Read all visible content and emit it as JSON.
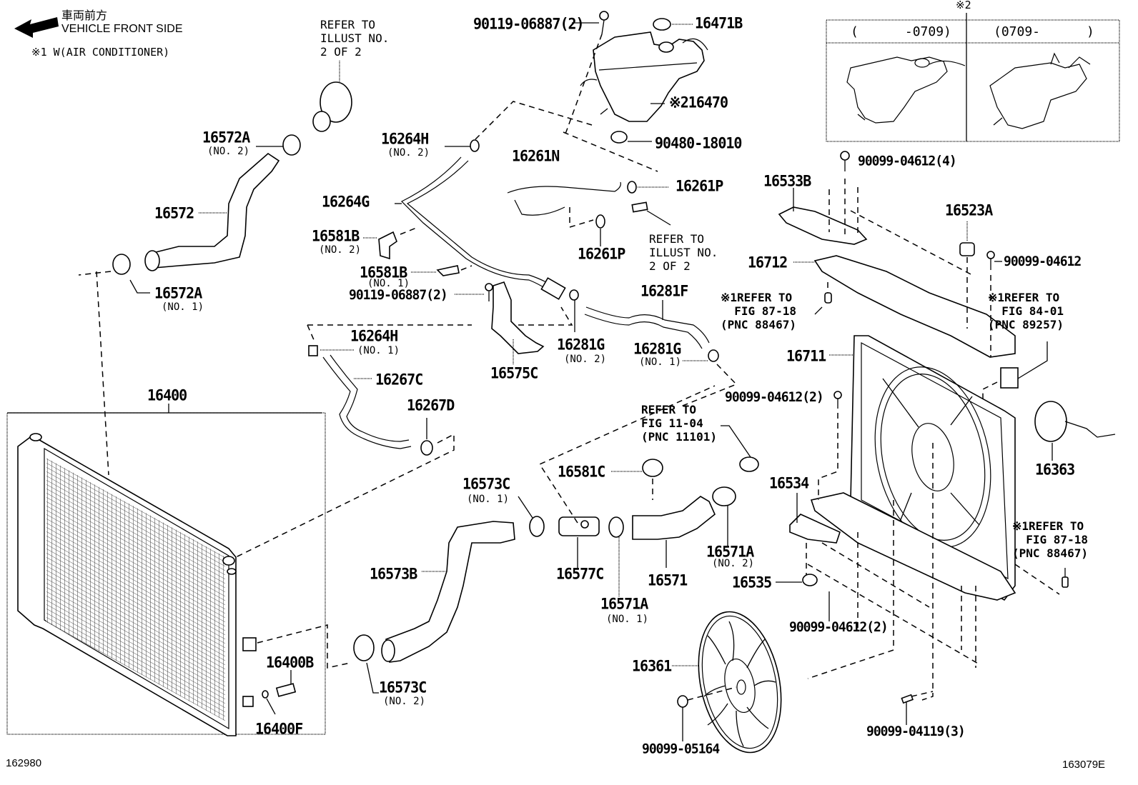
{
  "diagram": {
    "title_jp": "車両前方",
    "title_en": "VEHICLE FRONT SIDE",
    "note_ac": "※1 W(AIR CONDITIONER)",
    "left_code": "162980",
    "right_code": "163079E"
  },
  "inset": {
    "marker": "※2",
    "col1_header": "(      -0709)",
    "col2_header": "(0709-      )"
  },
  "refs": {
    "illust_top": "REFER TO\nILLUST NO.\n2 OF 2",
    "illust_mid": "REFER TO\nILLUST NO.\n2 OF 2",
    "fig_8718_a": "※1REFER TO\n  FIG 87-18\n(PNC 88467)",
    "fig_8401": "※1REFER TO\n  FIG 84-01\n(PNC 89257)",
    "fig_8718_b": "※1REFER TO\n  FIG 87-18\n(PNC 88467)",
    "fig_1104": "REFER TO\nFIG 11-04\n(PNC 11101)"
  },
  "parts": {
    "p90119_top": "90119-06887(2)",
    "p16471B": "16471B",
    "p16470": "※216470",
    "p90480": "90480-18010",
    "p16572A_no2": "16572A",
    "p16572A_no2_sub": "(NO. 2)",
    "p16572": "16572",
    "p16572A_no1": "16572A",
    "p16572A_no1_sub": "(NO. 1)",
    "p16264H_no2": "16264H",
    "p16264H_no2_sub": "(NO. 2)",
    "p16264G": "16264G",
    "p16261N": "16261N",
    "p16261P_a": "16261P",
    "p16261P_b": "16261P",
    "p16581B_no2": "16581B",
    "p16581B_no2_sub": "(NO. 2)",
    "p16581B_no1": "16581B",
    "p16581B_no1_sub": "(NO. 1)",
    "p90119_mid": "90119-06887(2)",
    "p16281F": "16281F",
    "p16281G_no2": "16281G",
    "p16281G_no2_sub": "(NO. 2)",
    "p16281G_no1": "16281G",
    "p16281G_no1_sub": "(NO. 1)",
    "p16575C": "16575C",
    "p16264H_no1": "16264H",
    "p16264H_no1_sub": "(NO. 1)",
    "p16267C": "16267C",
    "p16267D": "16267D",
    "p16400": "16400",
    "p16533B": "16533B",
    "p90099_04612_4": "90099-04612(4)",
    "p16523A": "16523A",
    "p16712": "16712",
    "p90099_04612": "90099-04612",
    "p16711": "16711",
    "p90099_04612_2a": "90099-04612(2)",
    "p16363": "16363",
    "p16534": "16534",
    "p16535": "16535",
    "p90099_04612_2b": "90099-04612(2)",
    "p16573C_no1": "16573C",
    "p16573C_no1_sub": "(NO. 1)",
    "p16581C": "16581C",
    "p16573B": "16573B",
    "p16577C": "16577C",
    "p16571": "16571",
    "p16571A_no1": "16571A",
    "p16571A_no1_sub": "(NO. 1)",
    "p16571A_no2": "16571A",
    "p16571A_no2_sub": "(NO. 2)",
    "p16361": "16361",
    "p90099_05164": "90099-05164",
    "p90099_04119": "90099-04119(3)",
    "p16400B": "16400B",
    "p16400F": "16400F",
    "p16573C_no2": "16573C",
    "p16573C_no2_sub": "(NO. 2)"
  }
}
